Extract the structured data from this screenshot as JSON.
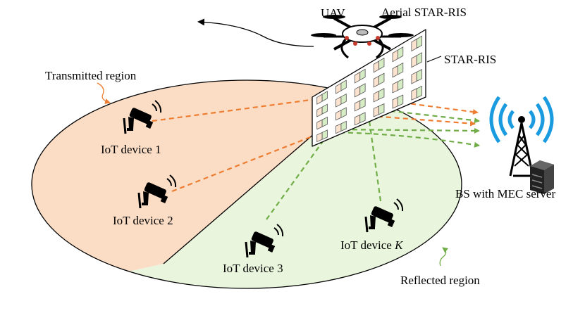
{
  "labels": {
    "uav": "UAV",
    "aerial_star_ris": "Aerial STAR-RIS",
    "star_ris": "STAR-RIS",
    "transmitted_region": "Transmitted region",
    "reflected_region": "Reflected region",
    "bs": "BS with MEC server",
    "device1": "IoT device 1",
    "device2": "IoT device 2",
    "device3": "IoT device 3",
    "deviceK_prefix": "IoT device ",
    "deviceK_var": "K"
  },
  "colors": {
    "transmitted_fill": "#fbdcc4",
    "reflected_fill": "#e9f5dc",
    "transmit_link": "#ee7d31",
    "reflect_link": "#70ad47",
    "antenna_wave": "#1a9be0",
    "ris_element_orange": "#fce3cf",
    "ris_element_green": "#d5ecc4"
  },
  "icons": {
    "device": "security-camera-icon",
    "uav": "drone-icon",
    "bs": "cell-tower-icon",
    "server": "server-icon"
  }
}
